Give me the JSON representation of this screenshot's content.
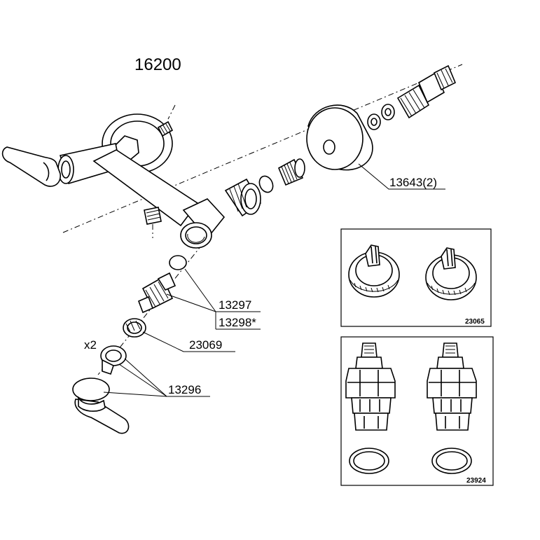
{
  "diagram": {
    "model_number": "16200",
    "labels": {
      "escutcheon": "13643(2)",
      "cartridge_hot": "13297",
      "cartridge_cold": "13298*",
      "bonnet_nut": "23069",
      "handle_set": "13296",
      "quantity": "x2"
    },
    "insets": {
      "adapters": "23065",
      "cartridges": "23924"
    }
  }
}
